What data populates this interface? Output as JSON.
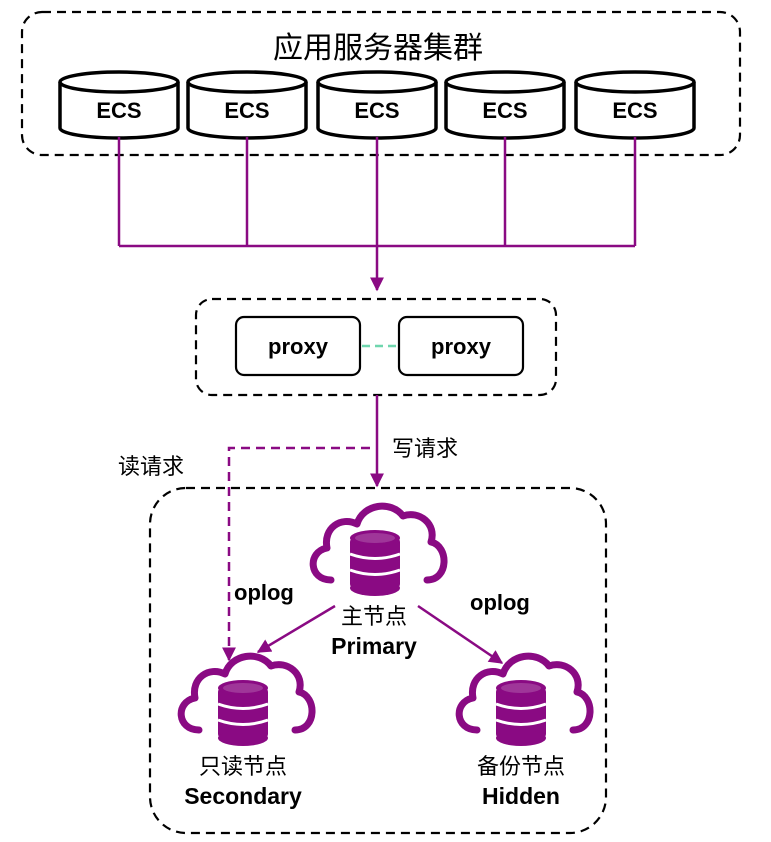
{
  "colors": {
    "accent": "#8a0a83",
    "link": "#6fd6ae",
    "border": "#000000",
    "background": "#ffffff"
  },
  "cluster": {
    "title": "应用服务器集群",
    "nodes": [
      {
        "label": "ECS"
      },
      {
        "label": "ECS"
      },
      {
        "label": "ECS"
      },
      {
        "label": "ECS"
      },
      {
        "label": "ECS"
      }
    ]
  },
  "proxies": [
    {
      "label": "proxy"
    },
    {
      "label": "proxy"
    }
  ],
  "requests": {
    "read": "读请求",
    "write": "写请求"
  },
  "replication": {
    "left": "oplog",
    "right": "oplog"
  },
  "db_nodes": {
    "primary": {
      "cn": "主节点",
      "en": "Primary",
      "icon": "cloud-database-icon"
    },
    "secondary": {
      "cn": "只读节点",
      "en": "Secondary",
      "icon": "cloud-database-icon"
    },
    "hidden": {
      "cn": "备份节点",
      "en": "Hidden",
      "icon": "cloud-database-icon"
    }
  }
}
